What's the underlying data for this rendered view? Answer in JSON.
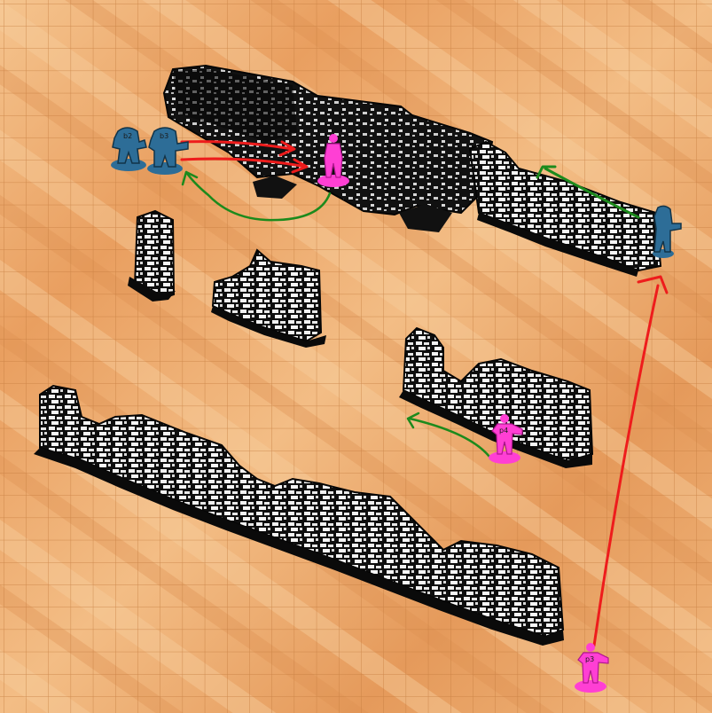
{
  "scene": {
    "grid": true,
    "colors": {
      "sand_light": "#f3c08a",
      "sand_dark": "#e49a5a",
      "grid_line": "#c97d3f",
      "wall_dark": "#0c0c0c",
      "wall_light": "#f4f4f4",
      "team_blue": "#2d6d97",
      "team_magenta": "#ff3fd4",
      "arrow_red": "#ee1c1c",
      "arrow_green": "#1c8a1c"
    }
  },
  "miniatures": [
    {
      "id": "b2",
      "team": "blue",
      "label": "b2"
    },
    {
      "id": "b3",
      "team": "blue",
      "label": "b3"
    },
    {
      "id": "b1",
      "team": "blue",
      "label": ""
    },
    {
      "id": "p1",
      "team": "magenta",
      "label": ""
    },
    {
      "id": "p4",
      "team": "magenta",
      "label": "p4"
    },
    {
      "id": "p3",
      "team": "magenta",
      "label": "p3"
    }
  ],
  "arrows": [
    {
      "id": "shot-b3-to-p1-upper",
      "kind": "fire",
      "color": "red"
    },
    {
      "id": "shot-b3-to-p1-lower",
      "kind": "fire",
      "color": "red"
    },
    {
      "id": "move-p1",
      "kind": "move",
      "color": "green"
    },
    {
      "id": "move-b1",
      "kind": "move",
      "color": "green"
    },
    {
      "id": "move-p4",
      "kind": "move",
      "color": "green"
    },
    {
      "id": "shot-p3-to-b1",
      "kind": "fire",
      "color": "red"
    }
  ],
  "terrain": [
    {
      "id": "ruined-wall-north"
    },
    {
      "id": "ruined-wall-north-east"
    },
    {
      "id": "ruined-pillar"
    },
    {
      "id": "ruined-wall-center"
    },
    {
      "id": "ruined-wall-east"
    },
    {
      "id": "ruined-wall-south"
    }
  ]
}
